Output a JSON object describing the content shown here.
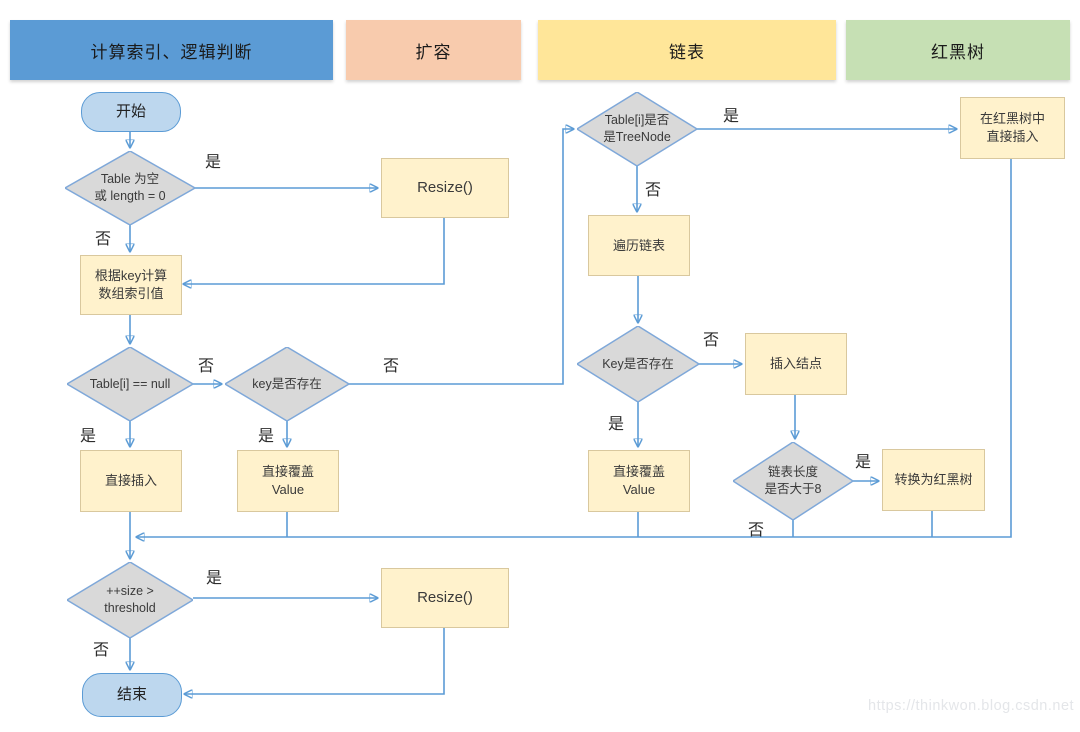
{
  "lanes": [
    {
      "label": "计算索引、逻辑判断",
      "color": "#5B9BD5"
    },
    {
      "label": "扩容",
      "color": "#F8CBAD"
    },
    {
      "label": "链表",
      "color": "#FFE699"
    },
    {
      "label": "红黑树",
      "color": "#C6E0B4"
    }
  ],
  "nodes": {
    "start": {
      "label": "开始"
    },
    "d_table_empty": {
      "label": "Table 为空\n或 length = 0"
    },
    "resize1": {
      "label": "Resize()"
    },
    "calc_index": {
      "label": "根据key计算\n数组索引值"
    },
    "d_table_null": {
      "label": "Table[i] == null"
    },
    "d_key_exists1": {
      "label": "key是否存在"
    },
    "insert_direct": {
      "label": "直接插入"
    },
    "overwrite1": {
      "label": "直接覆盖\nValue"
    },
    "d_treenode": {
      "label": "Table[i]是否\n是TreeNode"
    },
    "rbt_insert": {
      "label": "在红黑树中\n直接插入"
    },
    "traverse_list": {
      "label": "遍历链表"
    },
    "d_key_exists2": {
      "label": "Key是否存在"
    },
    "insert_node": {
      "label": "插入结点"
    },
    "overwrite2": {
      "label": "直接覆盖\nValue"
    },
    "d_list_len": {
      "label": "链表长度\n是否大于8"
    },
    "to_rbt": {
      "label": "转换为红黑树"
    },
    "d_size": {
      "label": "++size >\nthreshold"
    },
    "resize2": {
      "label": "Resize()"
    },
    "end": {
      "label": "结束"
    }
  },
  "edge_labels": {
    "yes": "是",
    "no": "否"
  },
  "watermark": "https://thinkwon.blog.csdn.net",
  "colors": {
    "connector": "#5B9BD5",
    "diamond_fill": "#D9D9D9",
    "diamond_stroke": "#7FA8D9",
    "process_fill": "#FFF2CC",
    "process_stroke": "#D9C89E",
    "terminator_fill": "#BDD7EE",
    "terminator_stroke": "#5B9BD5"
  }
}
